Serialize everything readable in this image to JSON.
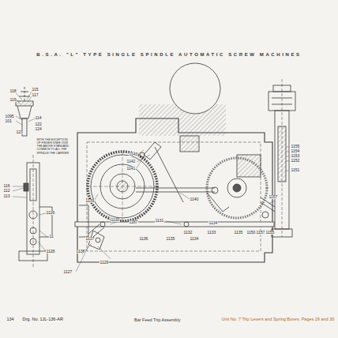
{
  "diagram": {
    "title": "B.S.A. \"L\" TYPE SINGLE SPINDLE AUTOMATIC SCREW MACHINES",
    "caption": "Bar Feed Trip Assembly",
    "labels": [
      "118",
      "115",
      "117",
      "119",
      "1095",
      "101",
      "114",
      "122",
      "124",
      "123",
      "WITH THE EXCEPTION OF FINGER KNEE 1928 THE ABOVE STANDARD COMMON TO ALL THE SPINDLE THE CARRIER",
      "116",
      "112",
      "113",
      "1126",
      "11",
      "1128",
      "1127",
      "1129",
      "1187",
      "1143",
      "1142",
      "1141",
      "1140",
      "1139",
      "1138",
      "1131",
      "1130",
      "1132",
      "1133",
      "1137",
      "1136",
      "1135",
      "1134",
      "1155",
      "1154",
      "1153",
      "1152",
      "1151",
      "1157",
      "1134",
      "1135",
      "1150",
      "1157",
      "1155",
      "134",
      "Drg. No. 1JL-136-AR",
      "Unit No. 7   Trip Levers and Spring Boxes.   Pages 29 and 30"
    ]
  }
}
